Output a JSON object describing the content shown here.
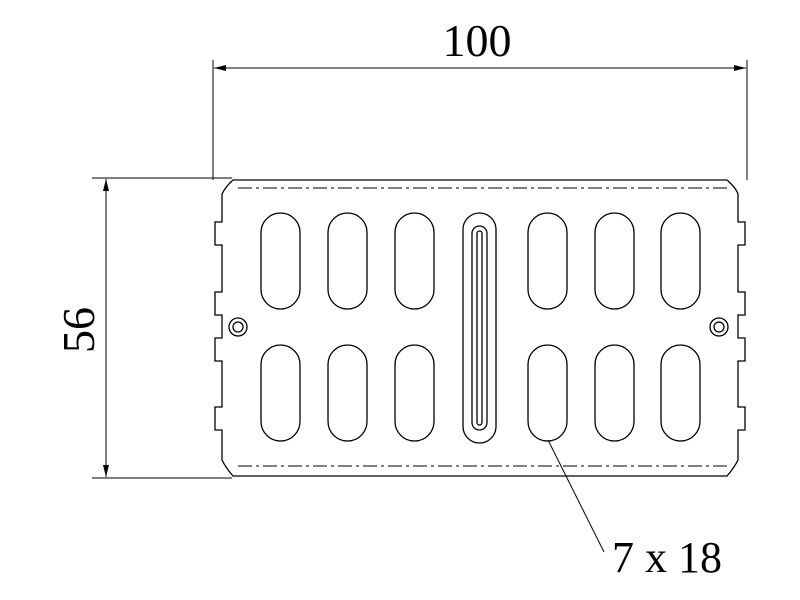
{
  "drawing": {
    "width_label": "100",
    "height_label": "56",
    "slot_label": "7 x 18"
  }
}
